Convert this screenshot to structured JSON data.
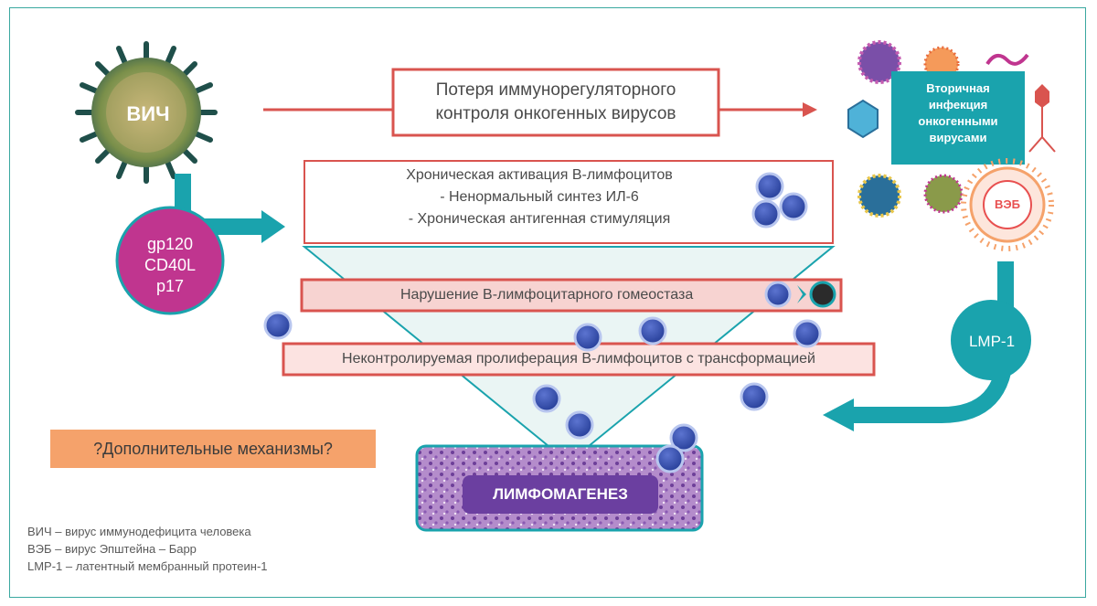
{
  "colors": {
    "teal": "#1aa3ad",
    "red_border": "#d9544f",
    "pink_fill": "#f7d3d1",
    "magenta": "#c0358f",
    "orange": "#f5a26b",
    "purple": "#6b3fa0",
    "cell_blue": "#2f4aa8"
  },
  "nodes": {
    "hiv": "ВИЧ",
    "gp": [
      "gp120",
      "CD40L",
      "p17"
    ],
    "loss_control": [
      "Потеря иммунорегуляторного",
      "контроля онкогенных вирусов"
    ],
    "secondary_infection": [
      "Вторичная",
      "инфекция",
      "онкогенными",
      "вирусами"
    ],
    "veb": "ВЭБ",
    "lmp": "LMP-1",
    "chronic": {
      "title": "Хроническая активация В-лимфоцитов",
      "items": [
        "-    Ненормальный синтез ИЛ-6",
        "-    Хроническая антигенная стимуляция"
      ]
    },
    "disorder": "Нарушение В-лимфоцитарного гомеостаза",
    "proliferation": "Неконтролируемая пролиферация В-лимфоцитов с трансформацией",
    "mechanisms": "?Дополнительные механизмы?",
    "lymphomagenesis": "ЛИМФОМАГЕНЕЗ"
  },
  "legend": [
    "ВИЧ – вирус иммунодефицита человека",
    "ВЭБ – вирус Эпштейна – Барр",
    "LMP-1 – латентный мембранный протеин-1"
  ]
}
